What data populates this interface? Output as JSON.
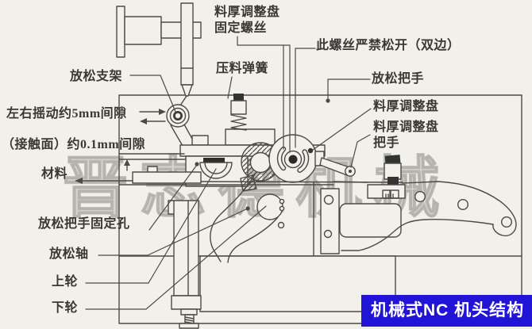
{
  "title_banner": {
    "text": "机械式NC 机头结构"
  },
  "watermark": {
    "text": "晋志德机械"
  },
  "colors": {
    "paper": "#f2f0ea",
    "line": "#4d4a45",
    "banner_bg": "#2214d6",
    "banner_text": "#ffffff",
    "watermark_gray": "#a6a299"
  },
  "labels": {
    "fixing_screw": {
      "text": "料厚调整盘\n固定螺丝"
    },
    "screw_warning": {
      "text": "此螺丝严禁松开（双边）"
    },
    "pressing_spring": {
      "text": "压料弹簧"
    },
    "release_bracket": {
      "text": "放松支架"
    },
    "release_handle": {
      "text": "放松把手"
    },
    "swing_gap": {
      "text": "左右摇动约5mm间隙"
    },
    "thickness_dial": {
      "text": "料厚调整盘"
    },
    "contact_gap": {
      "text": "（接触面）约0.1mm间隙"
    },
    "dial_handle": {
      "text": "料厚调整盘\n把手"
    },
    "material": {
      "text": "材料"
    },
    "handle_fixing_hole": {
      "text": "放松把手固定孔"
    },
    "release_shaft": {
      "text": "放松轴"
    },
    "upper_wheel": {
      "text": "上轮"
    },
    "lower_wheel": {
      "text": "下轮"
    }
  }
}
